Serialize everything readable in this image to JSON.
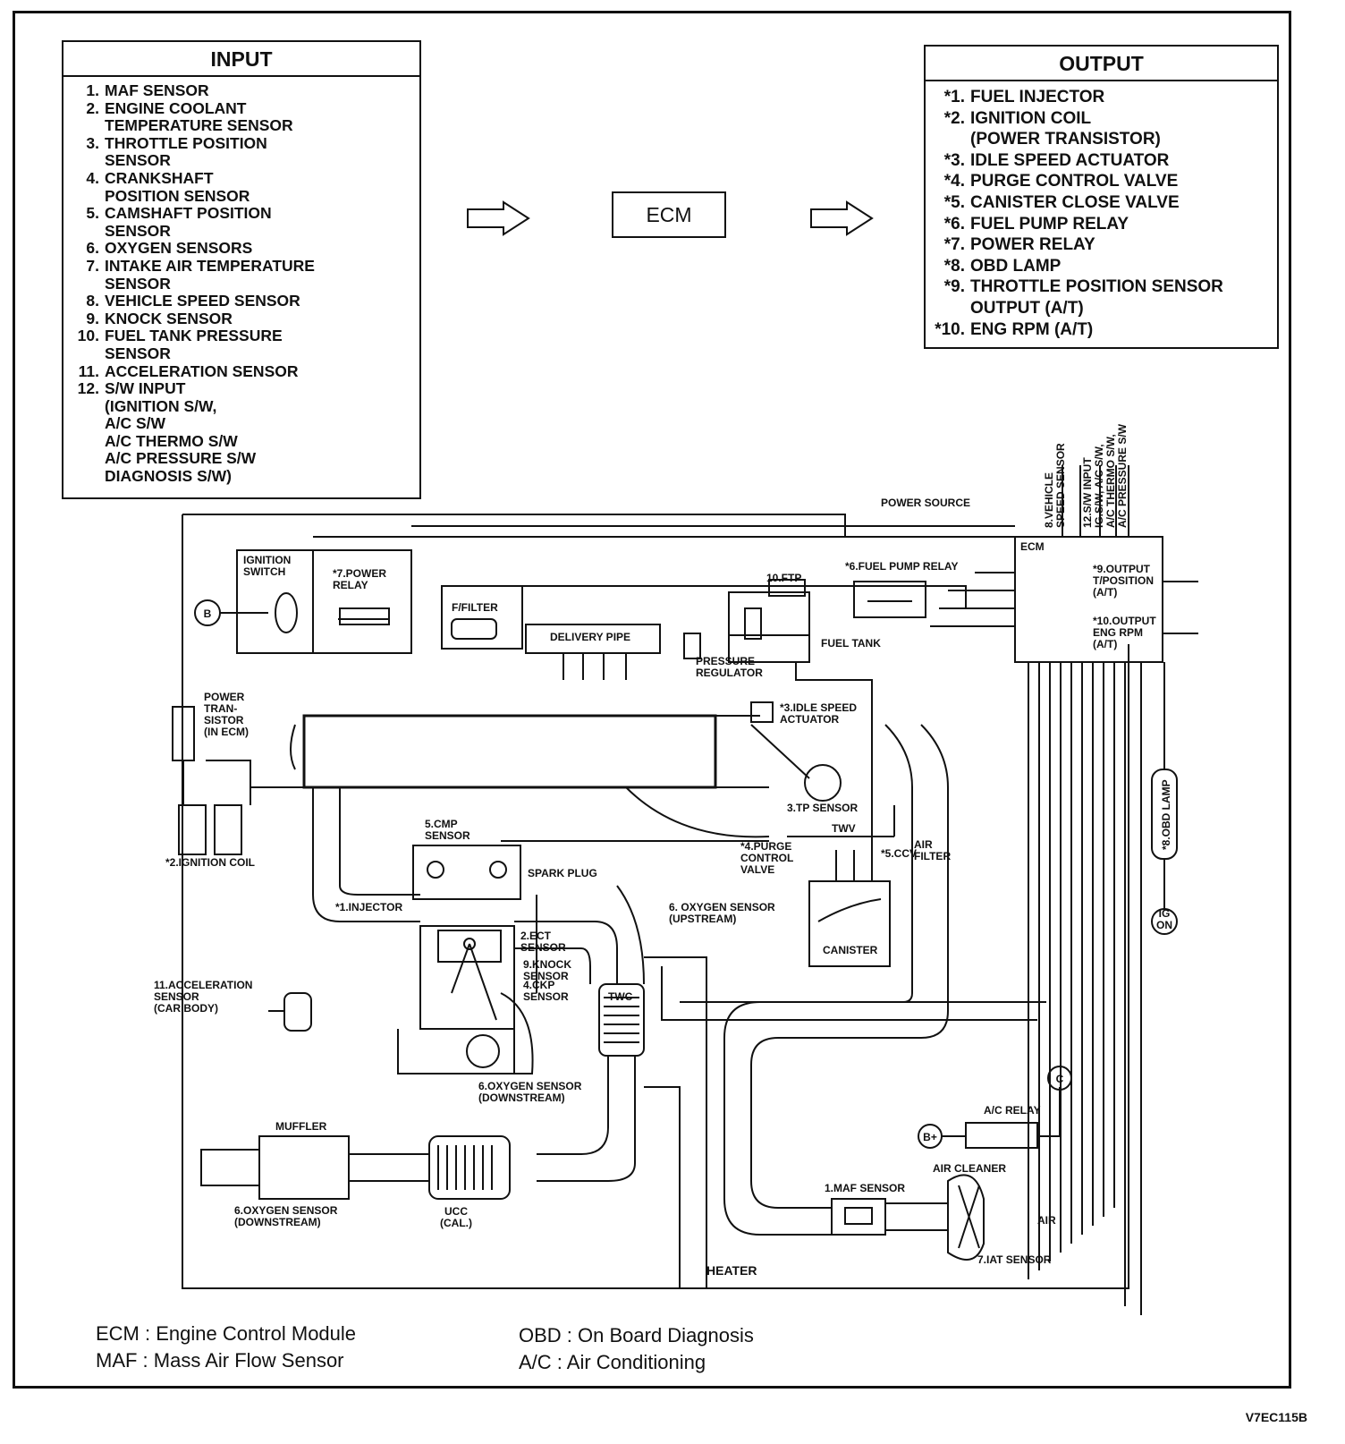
{
  "input": {
    "title": "INPUT",
    "items": [
      {
        "num": "1.",
        "lines": [
          "MAF SENSOR"
        ]
      },
      {
        "num": "2.",
        "lines": [
          "ENGINE COOLANT",
          "TEMPERATURE SENSOR"
        ]
      },
      {
        "num": "3.",
        "lines": [
          "THROTTLE POSITION",
          "SENSOR"
        ]
      },
      {
        "num": "4.",
        "lines": [
          "CRANKSHAFT",
          "POSITION SENSOR"
        ]
      },
      {
        "num": "5.",
        "lines": [
          "CAMSHAFT POSITION",
          "SENSOR"
        ]
      },
      {
        "num": "6.",
        "lines": [
          "OXYGEN SENSORS"
        ]
      },
      {
        "num": "7.",
        "lines": [
          "INTAKE AIR TEMPERATURE",
          "SENSOR"
        ]
      },
      {
        "num": "8.",
        "lines": [
          "VEHICLE SPEED SENSOR"
        ]
      },
      {
        "num": "9.",
        "lines": [
          "KNOCK SENSOR"
        ]
      },
      {
        "num": "10.",
        "lines": [
          "FUEL TANK PRESSURE",
          "SENSOR"
        ]
      },
      {
        "num": "11.",
        "lines": [
          "ACCELERATION SENSOR"
        ]
      },
      {
        "num": "12.",
        "lines": [
          "S/W INPUT",
          "(IGNITION S/W,",
          " A/C S/W",
          " A/C THERMO S/W",
          " A/C PRESSURE S/W",
          " DIAGNOSIS S/W)"
        ]
      }
    ]
  },
  "ecm": {
    "label": "ECM"
  },
  "output": {
    "title": "OUTPUT",
    "items": [
      {
        "num": "*1.",
        "lines": [
          "FUEL INJECTOR"
        ]
      },
      {
        "num": "*2.",
        "lines": [
          "IGNITION COIL",
          "(POWER TRANSISTOR)"
        ]
      },
      {
        "num": "*3.",
        "lines": [
          "IDLE SPEED ACTUATOR"
        ]
      },
      {
        "num": "*4.",
        "lines": [
          "PURGE CONTROL VALVE"
        ]
      },
      {
        "num": "*5.",
        "lines": [
          "CANISTER CLOSE VALVE"
        ]
      },
      {
        "num": "*6.",
        "lines": [
          "FUEL PUMP RELAY"
        ]
      },
      {
        "num": "*7.",
        "lines": [
          "POWER RELAY"
        ]
      },
      {
        "num": "*8.",
        "lines": [
          "OBD LAMP"
        ]
      },
      {
        "num": "*9.",
        "lines": [
          "THROTTLE POSITION SENSOR",
          "OUTPUT (A/T)"
        ]
      },
      {
        "num": "*10.",
        "lines": [
          "ENG RPM (A/T)"
        ]
      }
    ]
  },
  "diagram_labels": {
    "power_source": "POWER SOURCE",
    "vehicle_speed": [
      "8.VEHICLE",
      "SPEED SENSOR"
    ],
    "sw_input": [
      "12.S/W INPUT",
      "IG.S/W, A/C S/W,",
      "A/C THERMO S/W,",
      "A/C PRESSURE S/W"
    ],
    "ecm": "ECM",
    "output_tpos": [
      "*9.OUTPUT",
      "T/POSITION",
      "(A/T)"
    ],
    "output_rpm": [
      "*10.OUTPUT",
      "ENG RPM",
      "(A/T)"
    ],
    "ignition_switch": [
      "IGNITION",
      "SWITCH"
    ],
    "power_relay": [
      "*7.POWER",
      "RELAY"
    ],
    "b_terminal": "B",
    "ftp": "10.FTP",
    "fuel_pump_relay": "*6.FUEL PUMP RELAY",
    "f_filter": "F/FILTER",
    "delivery_pipe": "DELIVERY PIPE",
    "fuel_tank": "FUEL TANK",
    "pressure_regulator": [
      "PRESSURE",
      "REGULATOR"
    ],
    "power_transistor": [
      "POWER",
      "TRAN-",
      "SISTOR",
      "(IN ECM)"
    ],
    "idle_speed": [
      "*3.IDLE SPEED",
      "ACTUATOR"
    ],
    "tp_sensor": "3.TP SENSOR",
    "ignition_coil": "*2.IGNITION COIL",
    "cmp_sensor": [
      "5.CMP",
      "SENSOR"
    ],
    "spark_plug": "SPARK PLUG",
    "twv": "TWV",
    "purge_valve": [
      "*4.PURGE",
      "CONTROL",
      "VALVE"
    ],
    "ccv": "*5.CCV",
    "air_filter": [
      "AIR",
      "FILTER"
    ],
    "injector": "*1.INJECTOR",
    "oxygen_up": [
      "6. OXYGEN SENSOR",
      "(UPSTREAM)"
    ],
    "canister": "CANISTER",
    "obd_lamp": "*8.OBD LAMP",
    "ig_on": [
      "IG",
      "ON"
    ],
    "ect_sensor": [
      "2.ECT",
      "SENSOR"
    ],
    "knock_sensor": [
      "9.KNOCK",
      "SENSOR"
    ],
    "ckp_sensor": [
      "4.CKP",
      "SENSOR"
    ],
    "twc": "TWC",
    "accel_sensor": [
      "11.ACCELERATION",
      "SENSOR",
      "(CAR BODY)"
    ],
    "oxygen_down": [
      "6.OXYGEN SENSOR",
      "(DOWNSTREAM)"
    ],
    "c_terminal": "C",
    "ac_relay": "A/C RELAY",
    "bplus": "B+",
    "muffler": "MUFFLER",
    "air_cleaner": "AIR CLEANER",
    "maf_sensor": "1.MAF SENSOR",
    "air": "AIR",
    "oxygen_down2": [
      "6.OXYGEN SENSOR",
      "(DOWNSTREAM)"
    ],
    "ucc": [
      "UCC",
      "(CAL.)"
    ],
    "iat_sensor": "7.IAT SENSOR",
    "heater": "HEATER"
  },
  "legend": {
    "left": [
      "ECM : Engine Control Module",
      "MAF : Mass Air Flow Sensor"
    ],
    "right": [
      "OBD : On Board Diagnosis",
      "A/C : Air Conditioning"
    ]
  },
  "figure_code": "V7EC115B"
}
